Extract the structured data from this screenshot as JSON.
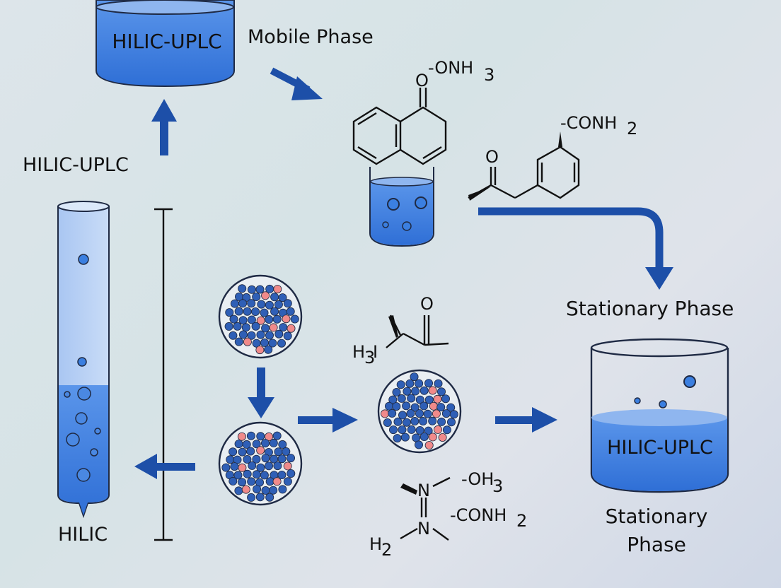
{
  "labels": {
    "top_beaker": "HILIC-UPLC",
    "mobile_phase": "Mobile Phase",
    "left_upper": "HILIC-UPLC",
    "tube_label": "HILIC",
    "stationary_phase_top": "Stationary Phase",
    "right_beaker": "HILIC-UPLC",
    "stationary_line1": "Stationary",
    "stationary_line2": "Phase"
  },
  "chem": {
    "onh3_o": "O",
    "onh3_rest": "-ONH",
    "onh3_sub": "3",
    "conh2_top": "-CONH",
    "conh2_top_sub": "2",
    "ketone_o_top": "O",
    "ketone_o_mid": "O",
    "h3i_h": "H",
    "h3i_sub": "3",
    "h3i_i": "I",
    "oh3": "-OH",
    "oh3_sub": "3",
    "n_upper": "N",
    "n_lower": "N",
    "conh2_bottom": "-CONH",
    "conh2_bottom_sub": "2",
    "h2_h": "H",
    "h2_sub": "2"
  },
  "colors": {
    "liquid": "#3b7fe0",
    "liquid_light": "#8fb6ef",
    "arrow": "#1d4fa8",
    "bead": "#2f5fb6",
    "bead_highlight": "#f08a8a",
    "outline": "#1f2a44"
  }
}
